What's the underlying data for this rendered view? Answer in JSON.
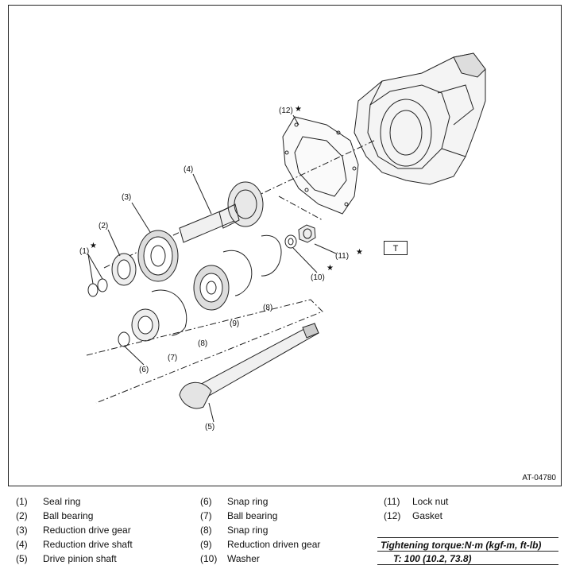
{
  "figure_id": "AT-04780",
  "torque_box_label": "T",
  "callouts": [
    "(1)",
    "(2)",
    "(3)",
    "(4)",
    "(5)",
    "(6)",
    "(7)",
    "(8)",
    "(8)",
    "(9)",
    "(10)",
    "(11)",
    "(12)"
  ],
  "star_symbol": "★",
  "legend": {
    "col1": [
      {
        "num": "(1)",
        "name": "Seal ring"
      },
      {
        "num": "(2)",
        "name": "Ball bearing"
      },
      {
        "num": "(3)",
        "name": "Reduction drive gear"
      },
      {
        "num": "(4)",
        "name": "Reduction drive shaft"
      },
      {
        "num": "(5)",
        "name": "Drive pinion shaft"
      }
    ],
    "col2": [
      {
        "num": "(6)",
        "name": "Snap ring"
      },
      {
        "num": "(7)",
        "name": "Ball bearing"
      },
      {
        "num": "(8)",
        "name": "Snap ring"
      },
      {
        "num": "(9)",
        "name": "Reduction driven gear"
      },
      {
        "num": "(10)",
        "name": "Washer"
      }
    ],
    "col3": [
      {
        "num": "(11)",
        "name": "Lock nut"
      },
      {
        "num": "(12)",
        "name": "Gasket"
      }
    ]
  },
  "torque_note": {
    "heading": "Tightening torque:N·m (kgf-m, ft-lb)",
    "value": "T:   100 (10.2, 73.8)"
  }
}
